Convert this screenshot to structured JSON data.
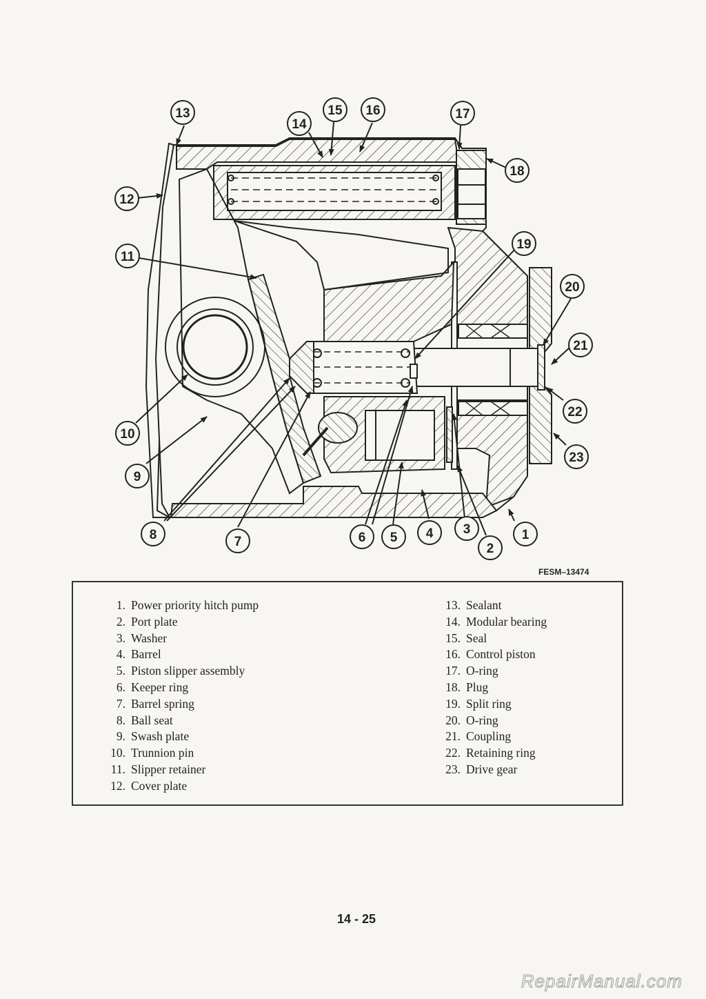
{
  "figure": {
    "id_label": "FESM–13474",
    "callout_numbers": [
      "1",
      "2",
      "3",
      "4",
      "5",
      "6",
      "7",
      "8",
      "9",
      "10",
      "11",
      "12",
      "13",
      "14",
      "15",
      "16",
      "17",
      "18",
      "19",
      "20",
      "21",
      "22",
      "23"
    ]
  },
  "legend": {
    "left": [
      {
        "num": "1.",
        "text": "Power priority hitch pump"
      },
      {
        "num": "2.",
        "text": "Port plate"
      },
      {
        "num": "3.",
        "text": "Washer"
      },
      {
        "num": "4.",
        "text": "Barrel"
      },
      {
        "num": "5.",
        "text": "Piston slipper assembly"
      },
      {
        "num": "6.",
        "text": "Keeper ring"
      },
      {
        "num": "7.",
        "text": "Barrel spring"
      },
      {
        "num": "8.",
        "text": "Ball seat"
      },
      {
        "num": "9.",
        "text": "Swash plate"
      },
      {
        "num": "10.",
        "text": "Trunnion pin"
      },
      {
        "num": "11.",
        "text": "Slipper retainer"
      },
      {
        "num": "12.",
        "text": "Cover plate"
      }
    ],
    "right": [
      {
        "num": "13.",
        "text": "Sealant"
      },
      {
        "num": "14.",
        "text": "Modular bearing"
      },
      {
        "num": "15.",
        "text": "Seal"
      },
      {
        "num": "16.",
        "text": "Control piston"
      },
      {
        "num": "17.",
        "text": "O-ring"
      },
      {
        "num": "18.",
        "text": "Plug"
      },
      {
        "num": "19.",
        "text": "Split ring"
      },
      {
        "num": "20.",
        "text": "O-ring"
      },
      {
        "num": "21.",
        "text": "Coupling"
      },
      {
        "num": "22.",
        "text": "Retaining ring"
      },
      {
        "num": "23.",
        "text": "Drive gear"
      }
    ]
  },
  "page_number": "14 - 25",
  "watermark": "RepairManual.com"
}
